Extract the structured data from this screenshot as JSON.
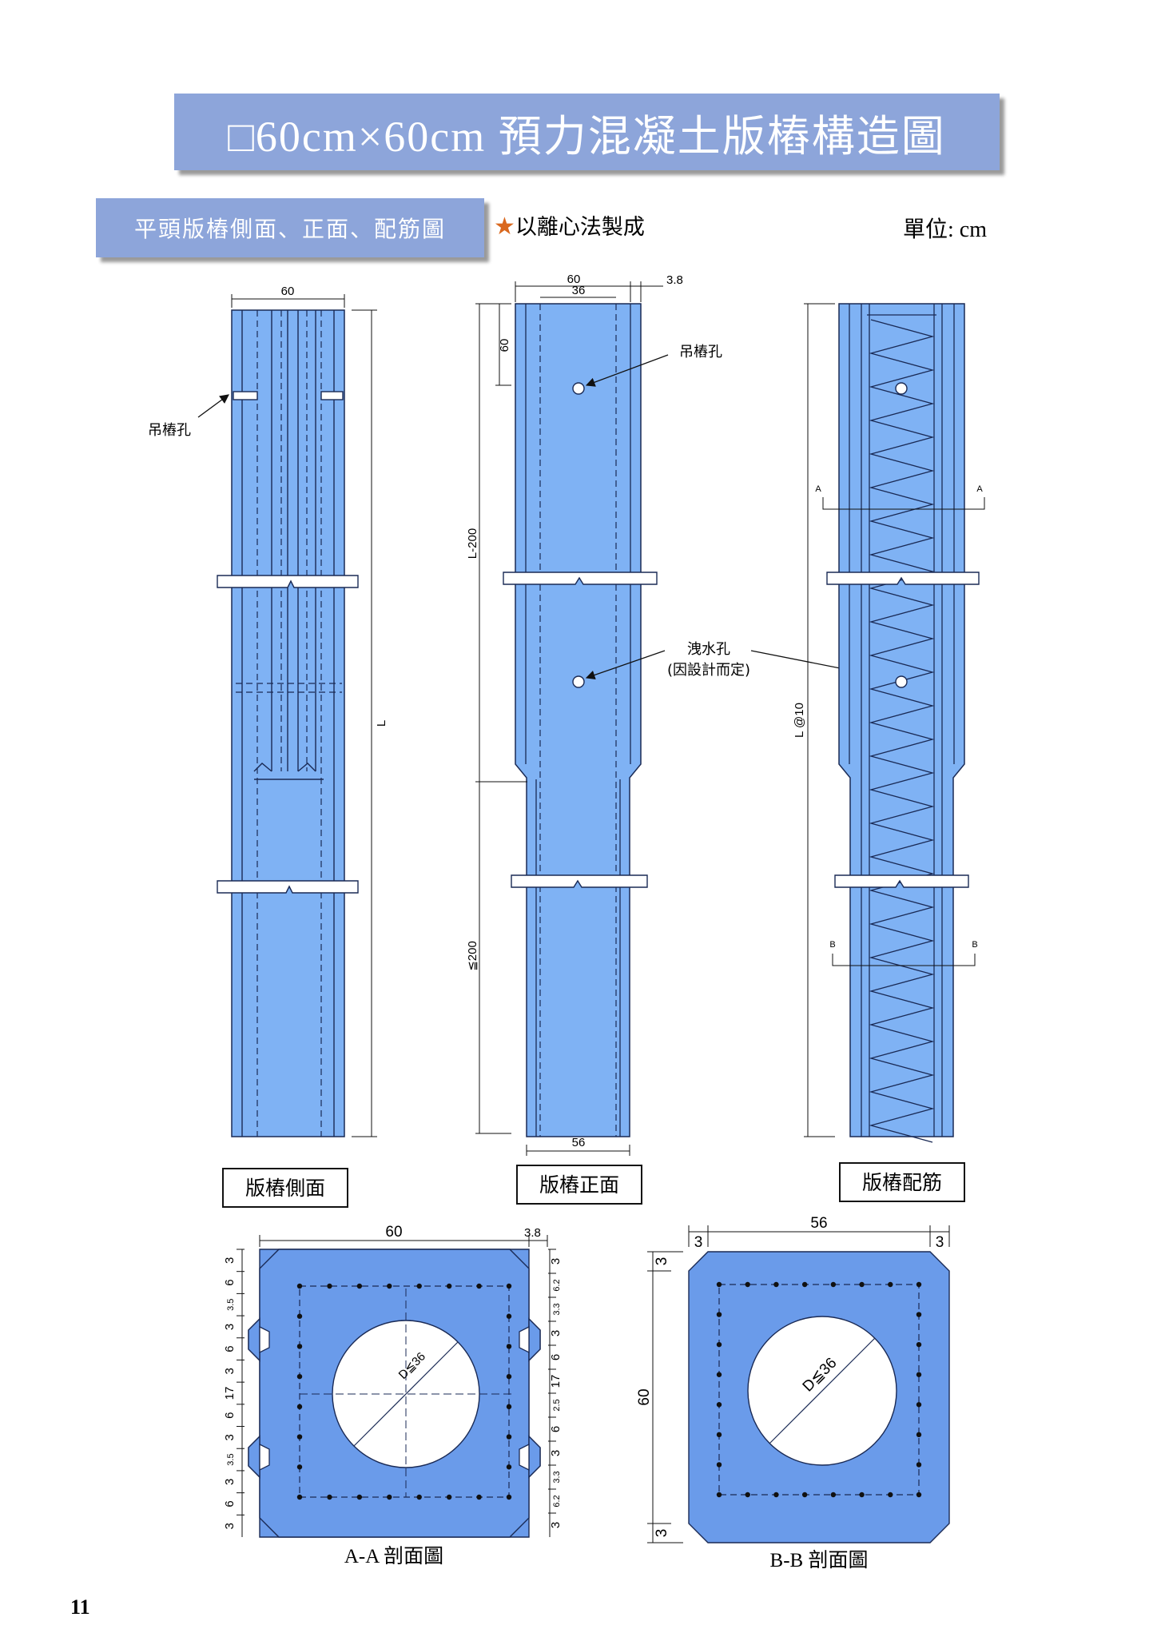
{
  "title": "□60cm×60cm 預力混凝土版樁構造圖",
  "section_heading": "平頭版樁側面、正面、配筋圖",
  "note": {
    "star": "★",
    "text": "以離心法製成"
  },
  "unit": "單位: cm",
  "page_number": "11",
  "colors": {
    "band": "#8da5da",
    "pile": "#7fb2f4",
    "section": "#6a9bea",
    "line": "#1a2a55"
  },
  "views": {
    "side": {
      "caption": "版樁側面",
      "dim_top": "60",
      "dim_length": "L",
      "callout_lifting": "吊樁孔"
    },
    "front": {
      "caption": "版樁正面",
      "dim_top": "60",
      "dim_inner": "36",
      "dim_edge": "3.8",
      "dim_upper": "60",
      "dim_mid": "L-200",
      "dim_lower": "≦200",
      "dim_bottom": "56",
      "callout_lifting": "吊樁孔",
      "callout_drain_1": "洩水孔",
      "callout_drain_2": "(因設計而定)"
    },
    "rebar": {
      "caption": "版樁配筋",
      "dim_length": "L @10",
      "cut_a_left": "A",
      "cut_a_right": "A",
      "cut_b_left": "B",
      "cut_b_right": "B"
    }
  },
  "section_aa": {
    "caption": "A-A 剖面圖",
    "dim_width": "60",
    "dim_edge": "3.8",
    "diameter": "D≦36",
    "left_dims": [
      "3",
      "6",
      "3.5",
      "3",
      "6",
      "3",
      "17",
      "6",
      "3",
      "3.5",
      "3",
      "6",
      "3"
    ],
    "right_dims": [
      "3",
      "6.2",
      "3.3",
      "3",
      "6",
      "17",
      "2.5",
      "6",
      "3",
      "3.3",
      "6.2",
      "3"
    ]
  },
  "section_bb": {
    "caption": "B-B 剖面圖",
    "dim_width": "56",
    "dim_left": "3",
    "dim_right": "3",
    "dim_height": "60",
    "dim_top": "3",
    "dim_bottom": "3",
    "diameter": "D≦36"
  }
}
